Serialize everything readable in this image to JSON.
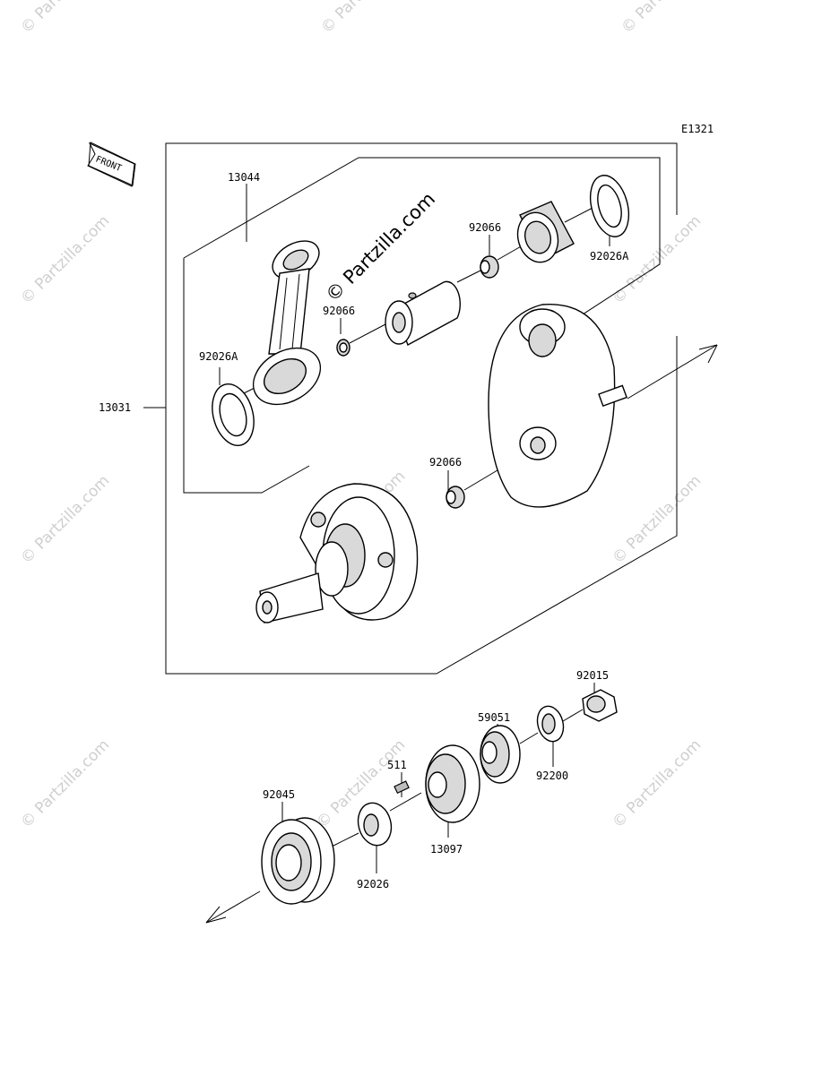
{
  "diagram_code": "E1321",
  "front_label": "FRONT",
  "watermark_text": "© Partzilla.com",
  "parts": {
    "p13044": "13044",
    "p13031": "13031",
    "p92066a": "92066",
    "p92066b": "92066",
    "p92066c": "92066",
    "p92026A_right": "92026A",
    "p92026A_left": "92026A",
    "p92015": "92015",
    "p59051": "59051",
    "p511": "511",
    "p92200": "92200",
    "p92045": "92045",
    "p13097": "13097",
    "p92026": "92026"
  }
}
